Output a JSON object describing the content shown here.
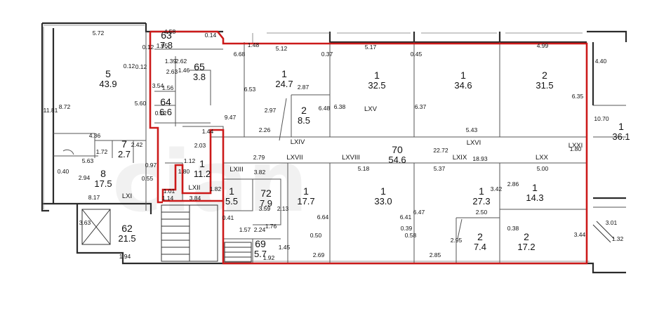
{
  "plan": {
    "rooms": [
      {
        "id": "r-5",
        "number": "5",
        "area": "43.9"
      },
      {
        "id": "r-63",
        "number": "63",
        "area": "7.8"
      },
      {
        "id": "r-65",
        "number": "65",
        "area": "3.8"
      },
      {
        "id": "r-64",
        "number": "64",
        "area": "6.6"
      },
      {
        "id": "r-7",
        "number": "7",
        "area": "2.7"
      },
      {
        "id": "r-8",
        "number": "8",
        "area": "17.5"
      },
      {
        "id": "r-1a",
        "number": "1",
        "area": "24.7"
      },
      {
        "id": "r-2a",
        "number": "2",
        "area": "8.5"
      },
      {
        "id": "r-1b",
        "number": "1",
        "area": "32.5"
      },
      {
        "id": "r-1c",
        "number": "1",
        "area": "34.6"
      },
      {
        "id": "r-2b",
        "number": "2",
        "area": "31.5"
      },
      {
        "id": "r-1d",
        "number": "1",
        "area": "36.1"
      },
      {
        "id": "r-70",
        "number": "70",
        "area": "54.6"
      },
      {
        "id": "r-1e",
        "number": "1",
        "area": "11.2"
      },
      {
        "id": "r-1f",
        "number": "1",
        "area": "5.5"
      },
      {
        "id": "r-72",
        "number": "72",
        "area": "7.9"
      },
      {
        "id": "r-1g",
        "number": "1",
        "area": "17.7"
      },
      {
        "id": "r-1h",
        "number": "1",
        "area": "33.0"
      },
      {
        "id": "r-1i",
        "number": "1",
        "area": "27.3"
      },
      {
        "id": "r-1j",
        "number": "1",
        "area": "14.3"
      },
      {
        "id": "r-2c",
        "number": "2",
        "area": "7.4"
      },
      {
        "id": "r-2d",
        "number": "2",
        "area": "17.2"
      },
      {
        "id": "r-62",
        "number": "62",
        "area": "21.5"
      },
      {
        "id": "r-69",
        "number": "69",
        "area": "5.7"
      }
    ],
    "zones": [
      "LXIV",
      "LXV",
      "LXVI",
      "LXXI",
      "LXVII",
      "LXVIII",
      "LXIX",
      "LXX",
      "LXIII",
      "LXII",
      "LXI"
    ],
    "dims": [
      "5.72",
      "4.58",
      "1.48",
      "5.12",
      "5.17",
      "4.99",
      "6.68",
      "8.72",
      "11.81",
      "5.60",
      "6.53",
      "2.97",
      "2.87",
      "6.48",
      "6.38",
      "6.37",
      "6.35",
      "2.26",
      "5.43",
      "22.72",
      "18.93",
      "5.37",
      "5.18",
      "5.00",
      "1.80",
      "4.40",
      "10.70",
      "4.36",
      "5.63",
      "2.94",
      "0.12",
      "0.40",
      "8.17",
      "1.44",
      "2.03",
      "1.12",
      "1.80",
      "1.82",
      "3.84",
      "1.01",
      "1.14",
      "0.55",
      "0.97",
      "2.42",
      "1.72",
      "2.79",
      "3.82",
      "9.47",
      "3.59",
      "2.13",
      "0.41",
      "1.57",
      "2.24",
      "1.76",
      "6.64",
      "6.41",
      "6.47",
      "2.50",
      "2.95",
      "3.42",
      "2.86",
      "3.44",
      "2.69",
      "2.85",
      "1.92",
      "1.45",
      "0.38",
      "0.58",
      "0.39",
      "0.50",
      "3.63",
      "1.94",
      "3.01",
      "1.32",
      "1.95",
      "2.62",
      "2.63",
      "1.56",
      "1.39",
      "1.46",
      "3.54",
      "0.12",
      "0.12",
      "0.12",
      "0.14",
      "0.37",
      "0.45",
      "0.70"
    ]
  }
}
